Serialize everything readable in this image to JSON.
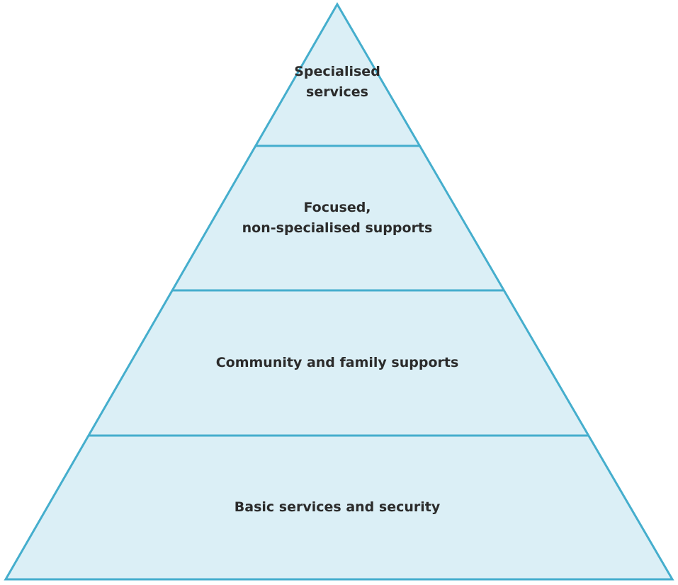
{
  "diagram": {
    "type": "pyramid",
    "colors": {
      "fill": "#dbeff6",
      "stroke": "#45aecd",
      "text": "#2b2b2b"
    },
    "tiers": [
      {
        "lines": [
          "Specialised",
          "services"
        ]
      },
      {
        "lines": [
          "Focused,",
          "non-specialised supports"
        ]
      },
      {
        "lines": [
          "Community and family supports"
        ]
      },
      {
        "lines": [
          "Basic services and security"
        ]
      }
    ]
  }
}
